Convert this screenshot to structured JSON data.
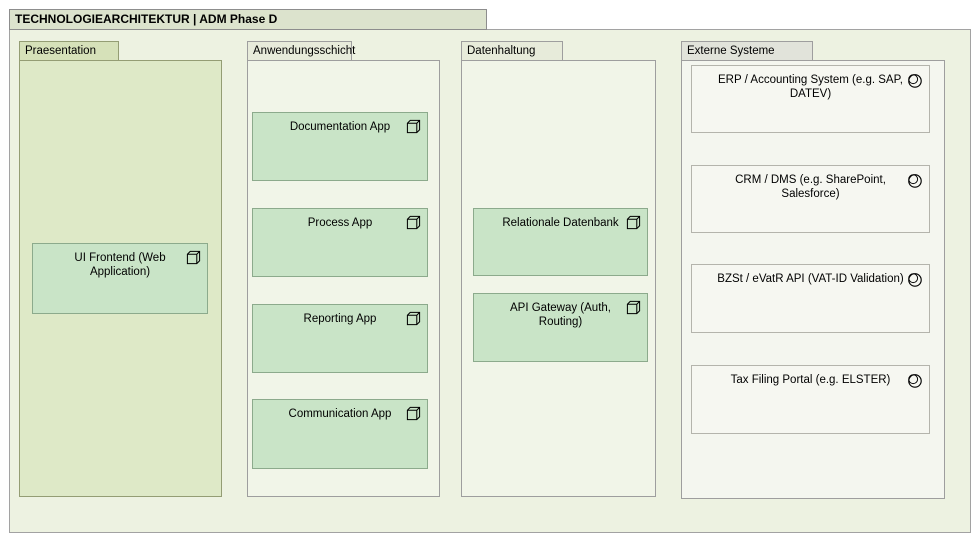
{
  "title": "TECHNOLOGIEARCHITEKTUR | ADM Phase D",
  "colors": {
    "frame_fill": "#edf2e1",
    "presentation_group_fill": "#dee9c7",
    "app_data_group_fill": "#f1f5e8",
    "external_group_fill": "#f4f6ef",
    "green_node_fill": "#c9e4c7",
    "green_node_border": "#8caa8c",
    "external_node_fill": "#f6f7f1",
    "title_tab_fill": "#dce3cd"
  },
  "icons": {
    "green_node": "cube-3d-node-icon",
    "external_node": "double-circle-icon"
  },
  "groups": [
    {
      "label": "Praesentation",
      "nodes": [
        {
          "label": "UI Frontend (Web\nApplication)"
        }
      ]
    },
    {
      "label": "Anwendungsschicht",
      "nodes": [
        {
          "label": "Documentation App"
        },
        {
          "label": "Process App"
        },
        {
          "label": "Reporting App"
        },
        {
          "label": "Communication App"
        }
      ]
    },
    {
      "label": "Datenhaltung",
      "nodes": [
        {
          "label": "Relationale Datenbank"
        },
        {
          "label": "API Gateway (Auth,\nRouting)"
        }
      ]
    },
    {
      "label": "Externe Systeme",
      "nodes": [
        {
          "label": "ERP / Accounting System (e.g. SAP,\nDATEV)"
        },
        {
          "label": "CRM / DMS (e.g. SharePoint,\nSalesforce)"
        },
        {
          "label": "BZSt / eVatR API (VAT-ID Validation)"
        },
        {
          "label": "Tax Filing Portal (e.g. ELSTER)"
        }
      ]
    }
  ]
}
